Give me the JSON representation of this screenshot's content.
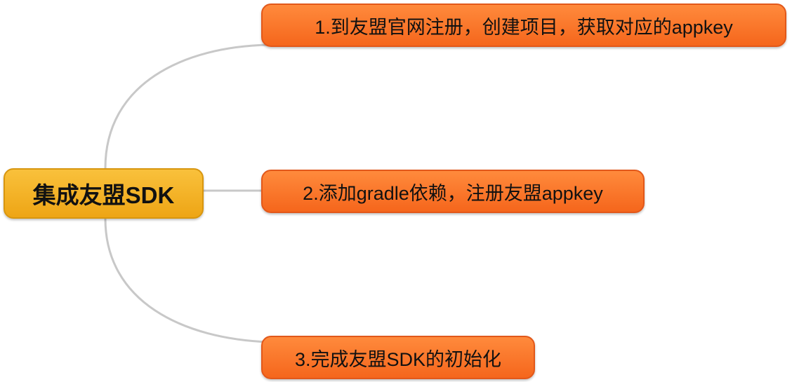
{
  "colors": {
    "root_fill": "#f4b326",
    "child_fill": "#f87a2c",
    "link": "#c8c8c8"
  },
  "root": {
    "label": "集成友盟SDK"
  },
  "children": [
    {
      "label": "1.到友盟官网注册，创建项目，获取对应的appkey"
    },
    {
      "label": "2.添加gradle依赖，注册友盟appkey"
    },
    {
      "label": "3.完成友盟SDK的初始化"
    }
  ]
}
